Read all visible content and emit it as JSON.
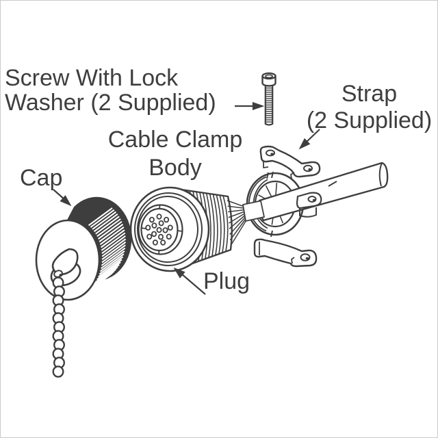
{
  "figure": {
    "background_color": "#ffffff",
    "line_color": "#3e3e3e",
    "labels": {
      "screw": {
        "line1": "Screw With Lock",
        "line2": "Washer (2 Supplied)"
      },
      "cable_clamp_body": {
        "line1": "Cable Clamp",
        "line2": "Body"
      },
      "strap": {
        "line1": "Strap",
        "line2": "(2 Supplied)"
      },
      "cap": {
        "text": "Cap"
      },
      "plug": {
        "text": "Plug"
      }
    }
  }
}
